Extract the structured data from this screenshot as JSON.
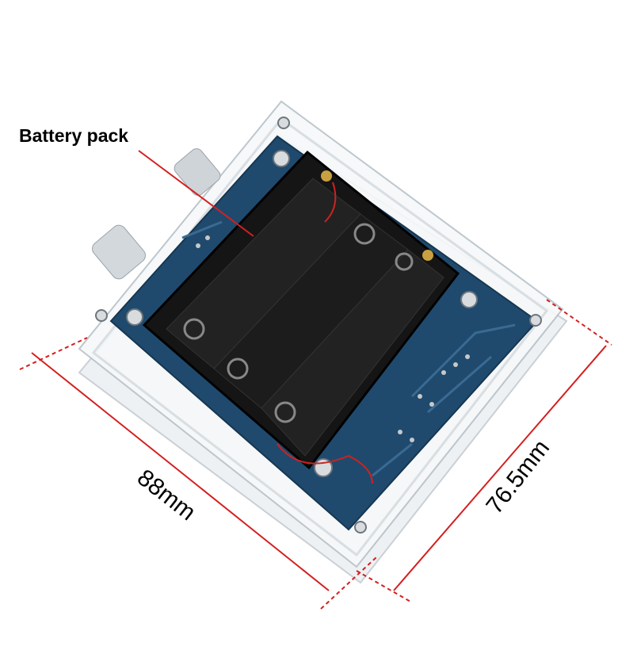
{
  "annotations": {
    "battery_pack_label": "Battery pack",
    "width_label": "88mm",
    "height_label": "76.5mm"
  },
  "colors": {
    "dimension_line": "#d42020",
    "pcb": "#1f4a6e",
    "battery_holder": "#151515"
  }
}
